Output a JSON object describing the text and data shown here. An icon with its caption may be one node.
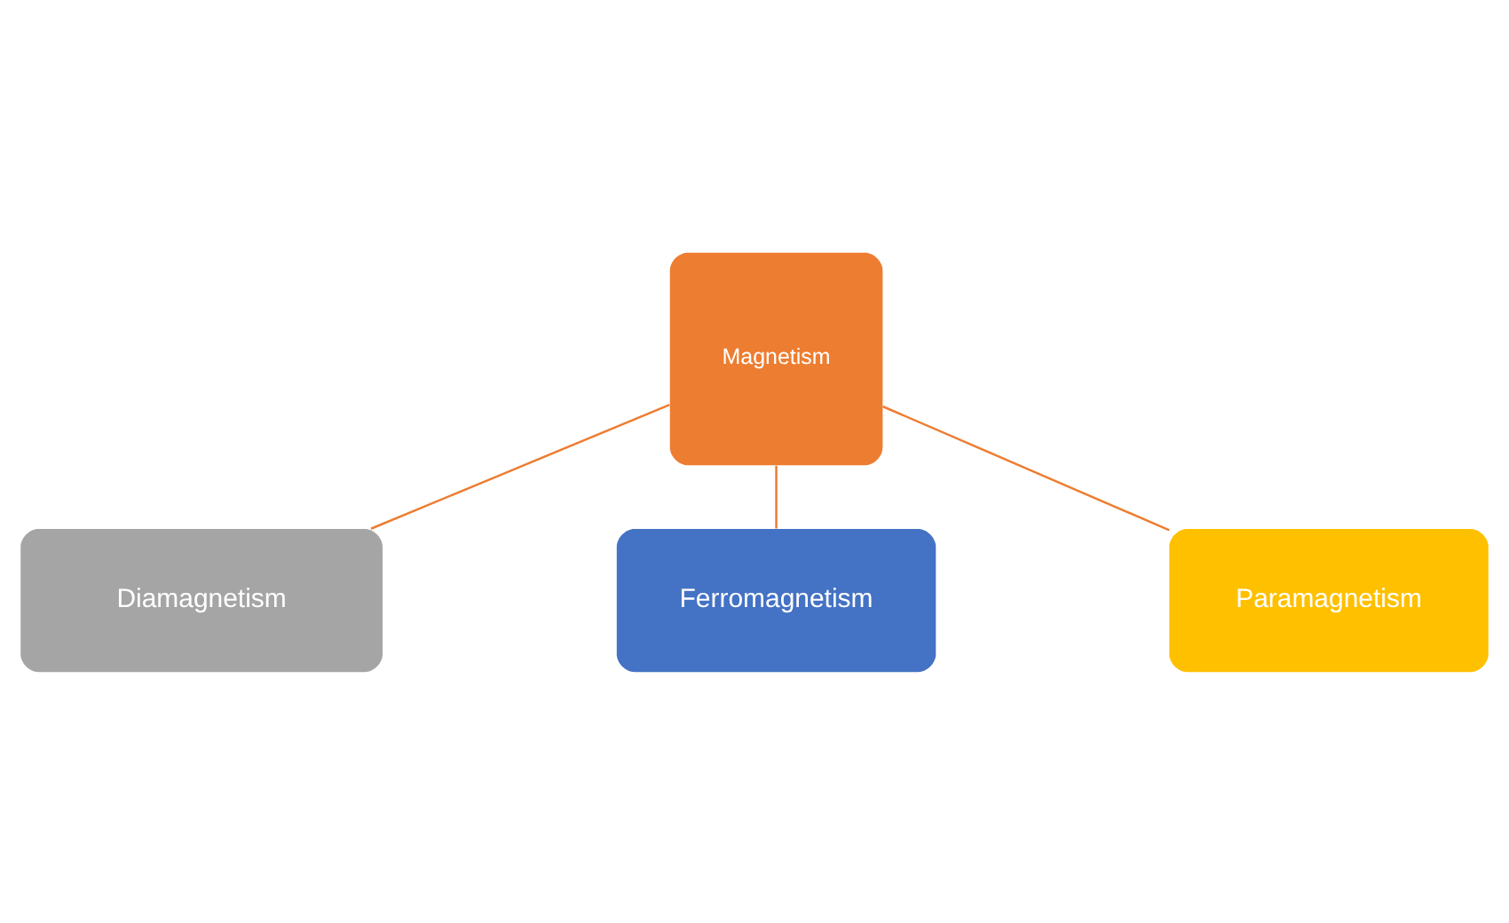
{
  "diagram": {
    "nodes": [
      {
        "text": [
          "Diamagnetism"
        ]
      },
      {
        "text": [
          "Magnetism"
        ]
      },
      {
        "text": [
          "Ferromagnetism"
        ]
      },
      {
        "text": [
          "Paramagnetism"
        ]
      }
    ],
    "edges": [
      {
        "from": 1,
        "to": 0,
        "arrow": "none"
      },
      {
        "from": 1,
        "to": 2,
        "arrow": "none"
      },
      {
        "from": 1,
        "to": 3,
        "arrow": "none"
      }
    ]
  }
}
